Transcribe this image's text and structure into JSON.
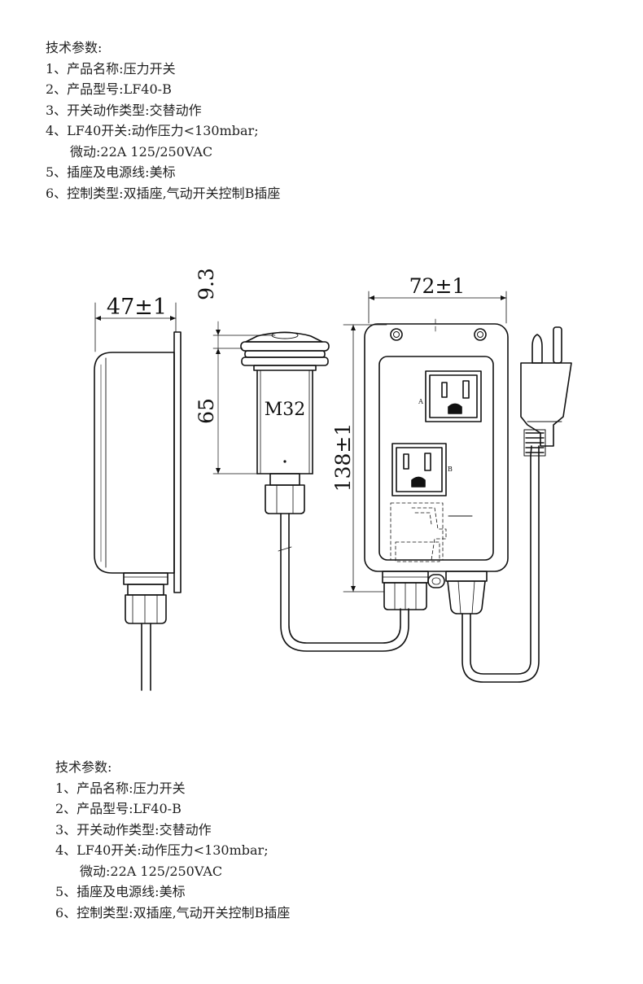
{
  "specs": {
    "heading": "技术参数:",
    "lines": [
      "1、产品名称:压力开关",
      "2、产品型号:LF40-B",
      "3、开关动作类型:交替动作",
      "4、LF40开关:动作压力<130mbar;",
      "微动:22A 125/250VAC",
      "5、插座及电源线:美标",
      "6、控制类型:双插座,气动开关控制B插座"
    ]
  },
  "diagram": {
    "dim_width_side": "47±1",
    "dim_button_top": "9.3",
    "dim_button_body": "65",
    "thread_label": "M32",
    "dim_width_box": "72±1",
    "dim_height_box": "138±1",
    "outlet_a_label": "A",
    "outlet_b_label": "B"
  }
}
